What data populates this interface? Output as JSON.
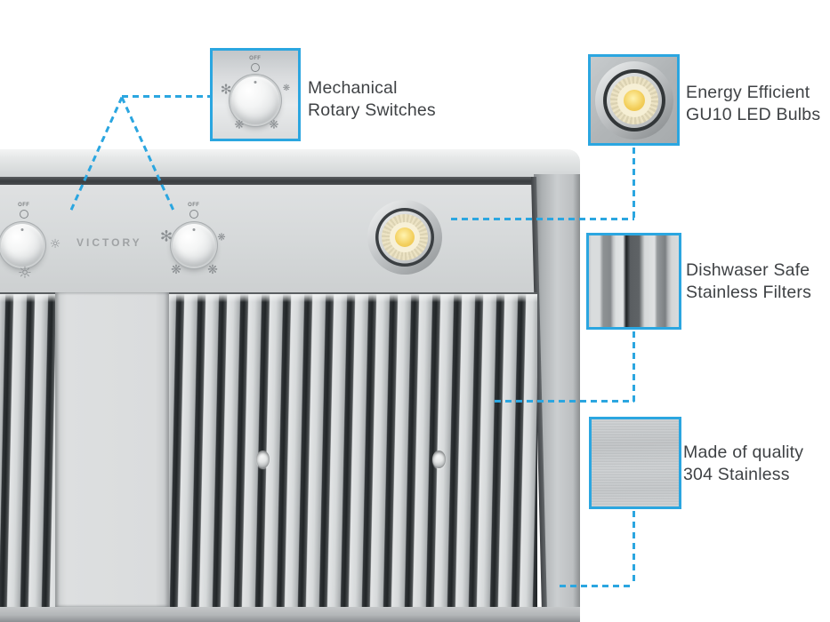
{
  "accent": "#2ba6e0",
  "photo": {
    "brand": "VICTORY",
    "left_knob": {
      "off": "OFF",
      "dim_icon": "☼",
      "light_icon": "☼"
    },
    "right_knob": {
      "off": "OFF",
      "high_icon": "✻",
      "fan_icon": "❋"
    }
  },
  "callouts": [
    {
      "id": "rotary-switches",
      "line1": "Mechanical",
      "line2": "Rotary Switches",
      "thumb": "mechanical-rotary-switch",
      "off": "OFF",
      "high_icon": "✻",
      "fan_icon": "❋"
    },
    {
      "id": "led-bulbs",
      "line1": "Energy Efficient",
      "line2": "GU10 LED Bulbs",
      "thumb": "gu10-led-bulb"
    },
    {
      "id": "stainless-filters",
      "line1": "Dishwaser Safe",
      "line2": "Stainless Filters",
      "thumb": "stainless-baffle-filter"
    },
    {
      "id": "stainless-304",
      "line1": "Made of quality",
      "line2": "304 Stainless",
      "thumb": "brushed-304-stainless"
    }
  ]
}
